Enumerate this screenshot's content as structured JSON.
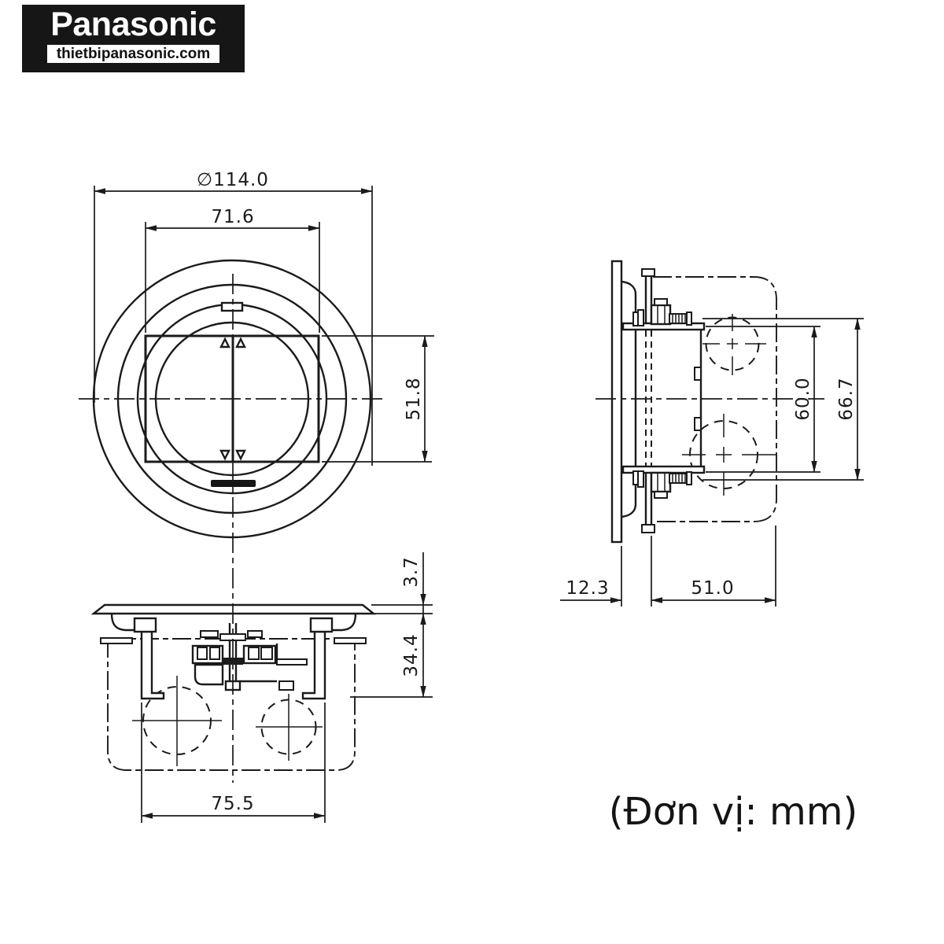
{
  "brand": {
    "name": "Panasonic",
    "website": "thietbipanasonic.com",
    "bg_color": "#161616",
    "fg_color": "#ffffff"
  },
  "unit_note": "(Đơn vị: mm)",
  "drawing": {
    "type": "technical-drawing",
    "line_color": "#1b1b1b",
    "views": {
      "plan": "round floor socket - plan view",
      "front": "front section view",
      "side": "side section view"
    },
    "dimensions": {
      "outer_diameter": "∅114.0",
      "opening_width": "71.6",
      "opening_height": "51.8",
      "plate_thickness": "3.7",
      "body_depth": "34.4",
      "mounting_span": "75.5",
      "screw_pitch": "60.0",
      "overall_height": "66.7",
      "plate_to_frame": "12.3",
      "box_depth": "51.0"
    }
  }
}
